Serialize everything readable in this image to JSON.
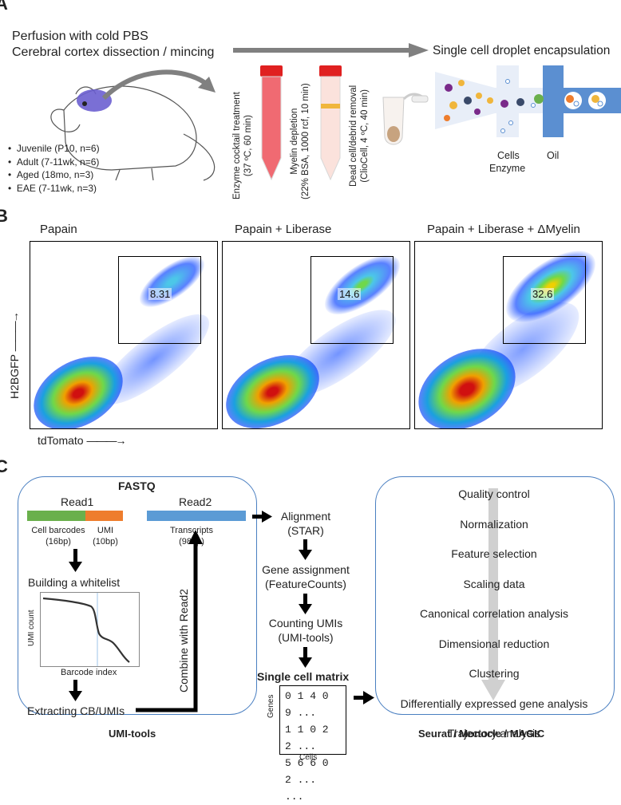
{
  "panel_a": {
    "letter": "A",
    "title_line1": "Perfusion with cold PBS",
    "title_line2": "Cerebral cortex dissection / mincing",
    "conditions": [
      "Juvenile (P10, n=6)",
      "Adult (7-11wk, n=6)",
      "Aged (18mo, n=3)",
      "EAE (7-11wk, n=3)"
    ],
    "step1": [
      "Enzyme cocktail treatment",
      "(37 ºC, 60 min)"
    ],
    "step2": [
      "Myelin depletion",
      "(22% BSA, 1000 rcf, 10 min)"
    ],
    "step3": [
      "Dead cell/debrid removal",
      "(ClioCell, 4 ºC, 40 min)"
    ],
    "droplet_title": "Single cell droplet encapsulation",
    "cells_label": "Cells",
    "enzyme_label": "Enzyme",
    "oil_label": "Oil",
    "colors": {
      "arrow": "#808080",
      "mouse_eye": "#6b5fd0",
      "tube_red": "#f06a72",
      "cap_red": "#e02020",
      "channel": "#5b8fd1"
    }
  },
  "panel_b": {
    "letter": "B",
    "y_axis": "H2BGFP",
    "x_axis": "tdTomato",
    "plots": [
      {
        "title": "Papain",
        "gate_value": "8.31"
      },
      {
        "title": "Papain + Liberase",
        "gate_value": "14.6"
      },
      {
        "title": "Papain + Liberase + ΔMyelin",
        "gate_value": "32.6"
      }
    ]
  },
  "panel_c": {
    "letter": "C",
    "fastq": "FASTQ",
    "read1": "Read1",
    "read2": "Read2",
    "cell_barcodes": [
      "Cell barcodes",
      "(16bp)"
    ],
    "umi": [
      "UMI",
      "(10bp)"
    ],
    "transcripts": [
      "Transcripts",
      "(98bp)"
    ],
    "whitelist": "Building a whitelist",
    "umi_count": "UMI count",
    "barcode_index": "Barcode index",
    "extracting": "Extracting CB/UMIs",
    "combine": "Combine with Read2",
    "umi_tools": "UMI-tools",
    "alignment": [
      "Alignment",
      "(STAR)"
    ],
    "gene_assignment": [
      "Gene assignment",
      "(FeatureCounts)"
    ],
    "counting": [
      "Counting UMIs",
      "(UMI-tools)"
    ],
    "matrix_title": "Single cell matrix",
    "matrix_rows": [
      "0 1 4 0 9 ...",
      "1 1 0 2 2 ...",
      "5 6 6 0 2 ...",
      "..."
    ],
    "genes": "Genes",
    "cells": "Cells",
    "pipeline": [
      "Quality control",
      "Normalization",
      "Feature selection",
      "Scaling data",
      "Canonical correlation analysis",
      "Dimensional reduction",
      "Clustering",
      "Differentially expressed gene analysis",
      "Trajectory analysis"
    ],
    "seurat": "Seurat / Monocle / MAGIC",
    "colors": {
      "read1_green": "#6ab04c",
      "read1_orange": "#ee7d2d",
      "read2_blue": "#5b9bd5",
      "box_border": "#4a7fc1"
    }
  }
}
